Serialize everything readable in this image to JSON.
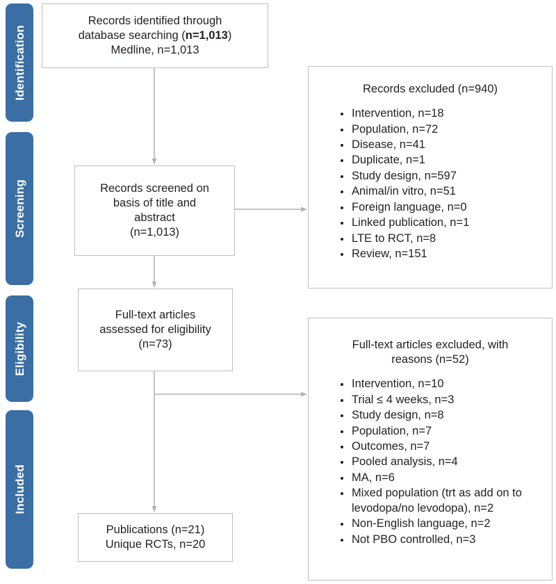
{
  "figure": {
    "kind": "prisma-flow-diagram",
    "accent_color": "#3a6ea5",
    "box_border_color": "#bfbfbf",
    "connector_color": "#b3b3b3",
    "text_color": "#231f20"
  },
  "stages": [
    {
      "id": "identification",
      "label": "Identification"
    },
    {
      "id": "screening",
      "label": "Screening"
    },
    {
      "id": "eligibility",
      "label": "Eligibility"
    },
    {
      "id": "included",
      "label": "Included"
    }
  ],
  "boxes": {
    "identified": {
      "line1": "Records identified through",
      "line2_pre": "database searching (",
      "line2_bold": "n=1,013",
      "line2_post": ")",
      "line3": "Medline, n=1,013"
    },
    "screened": {
      "line1": "Records screened on",
      "line2": "basis of title and",
      "line3": "abstract",
      "line4": "(n=1,013)"
    },
    "eligibility": {
      "line1": "Full-text articles",
      "line2": "assessed for eligibility",
      "line3": "(n=73)"
    },
    "included": {
      "line1": "Publications (n=21)",
      "line2": "Unique RCTs, n=20"
    }
  },
  "panels": {
    "records_excluded": {
      "title": "Records excluded (n=940)",
      "items": [
        "Intervention, n=18",
        "Population, n=72",
        "Disease, n=41",
        "Duplicate, n=1",
        "Study design, n=597",
        "Animal/in vitro, n=51",
        "Foreign language, n=0",
        "Linked publication, n=1",
        "LTE to RCT, n=8",
        "Review, n=151"
      ]
    },
    "fulltext_excluded": {
      "title_line1": "Full-text articles excluded, with",
      "title_line2": "reasons (n=52)",
      "items": [
        "Intervention, n=10",
        "Trial ≤ 4 weeks, n=3",
        "Study design, n=8",
        "Population, n=7",
        "Outcomes, n=7",
        "Pooled analysis, n=4",
        "MA, n=6",
        "Mixed population (trt as add on to levodopa/no levodopa), n=2",
        "Non-English language, n=2",
        "Not PBO controlled, n=3"
      ]
    }
  }
}
